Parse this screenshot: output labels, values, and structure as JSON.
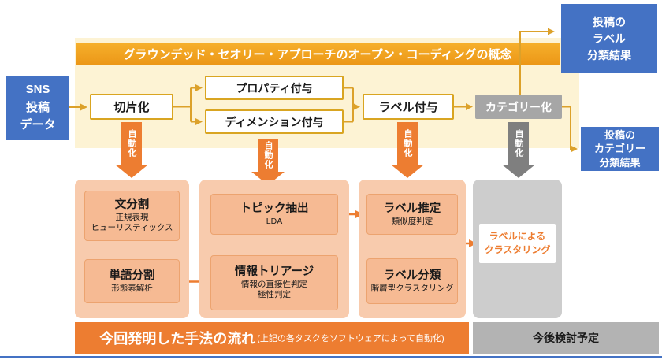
{
  "colors": {
    "blue": "#4472C4",
    "orange": "#ED7D31",
    "gold": "#DCA12A",
    "amber_title": "#F0A11E",
    "salmon_panel": "#F8CBAD",
    "salmon_box": "#F6BA93",
    "gray_step": "#A6A6A6",
    "gray_panel": "#CDCDCD",
    "gray_footer": "#B3B3B3",
    "cream_band": "#FDF3D4"
  },
  "header": {
    "title": "グラウンデッド・セオリー・アプローチのオープン・コーディングの概念"
  },
  "source_box": {
    "lines": [
      "SNS",
      "投稿",
      "データ"
    ]
  },
  "top_steps": {
    "step1": "切片化",
    "step2a": "プロパティ付与",
    "step2b": "ディメンション付与",
    "step3": "ラベル付与",
    "step4": "カテゴリー化"
  },
  "outputs": {
    "label_result": {
      "lines": [
        "投稿の",
        "ラベル",
        "分類結果"
      ]
    },
    "category_result": {
      "lines": [
        "投稿の",
        "カテゴリー",
        "分類結果"
      ]
    }
  },
  "auto_label": "自動化",
  "panels": {
    "p1": {
      "box1": {
        "title": "文分割",
        "sub1": "正規表現",
        "sub2": "ヒューリスティックス"
      },
      "box2": {
        "title": "単語分割",
        "sub1": "形態素解析"
      }
    },
    "p2": {
      "box1": {
        "title": "トピック抽出",
        "sub1": "LDA"
      },
      "box2": {
        "title": "情報トリアージ",
        "sub1": "情報の直接性判定",
        "sub2": "極性判定"
      }
    },
    "p3": {
      "box1": {
        "title": "ラベル推定",
        "sub1": "類似度判定"
      },
      "box2": {
        "title": "ラベル分類",
        "sub1": "階層型クラスタリング"
      }
    },
    "gray": {
      "box": {
        "line1": "ラベルによる",
        "line2": "クラスタリング"
      }
    }
  },
  "footer": {
    "method_title": "今回発明した手法の流れ",
    "method_note": "(上記の各タスクをソフトウェアによって自動化)",
    "future": "今後検討予定"
  }
}
